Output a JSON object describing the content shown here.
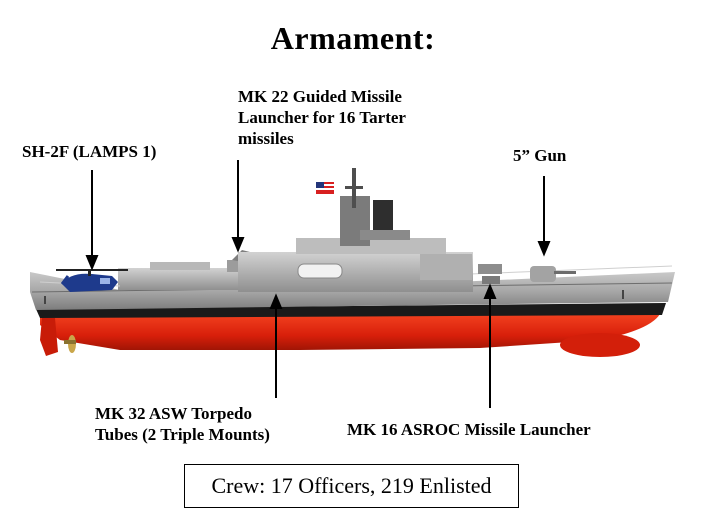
{
  "title": "Armament:",
  "labels": {
    "helicopter": "SH-2F (LAMPS 1)",
    "mk22": "MK 22 Guided Missile\nLauncher for 16 Tarter\nmissiles",
    "gun": "5” Gun",
    "mk32": "MK 32 ASW Torpedo\nTubes (2 Triple Mounts)",
    "asroc": "MK 16 ASROC Missile Launcher"
  },
  "crew": "Crew: 17 Officers, 219 Enlisted",
  "colors": {
    "hull_gray": "#9a9a9a",
    "hull_red": "#e0260e",
    "boot_black": "#1a1a1a",
    "helicopter_blue": "#1e3a8c"
  }
}
